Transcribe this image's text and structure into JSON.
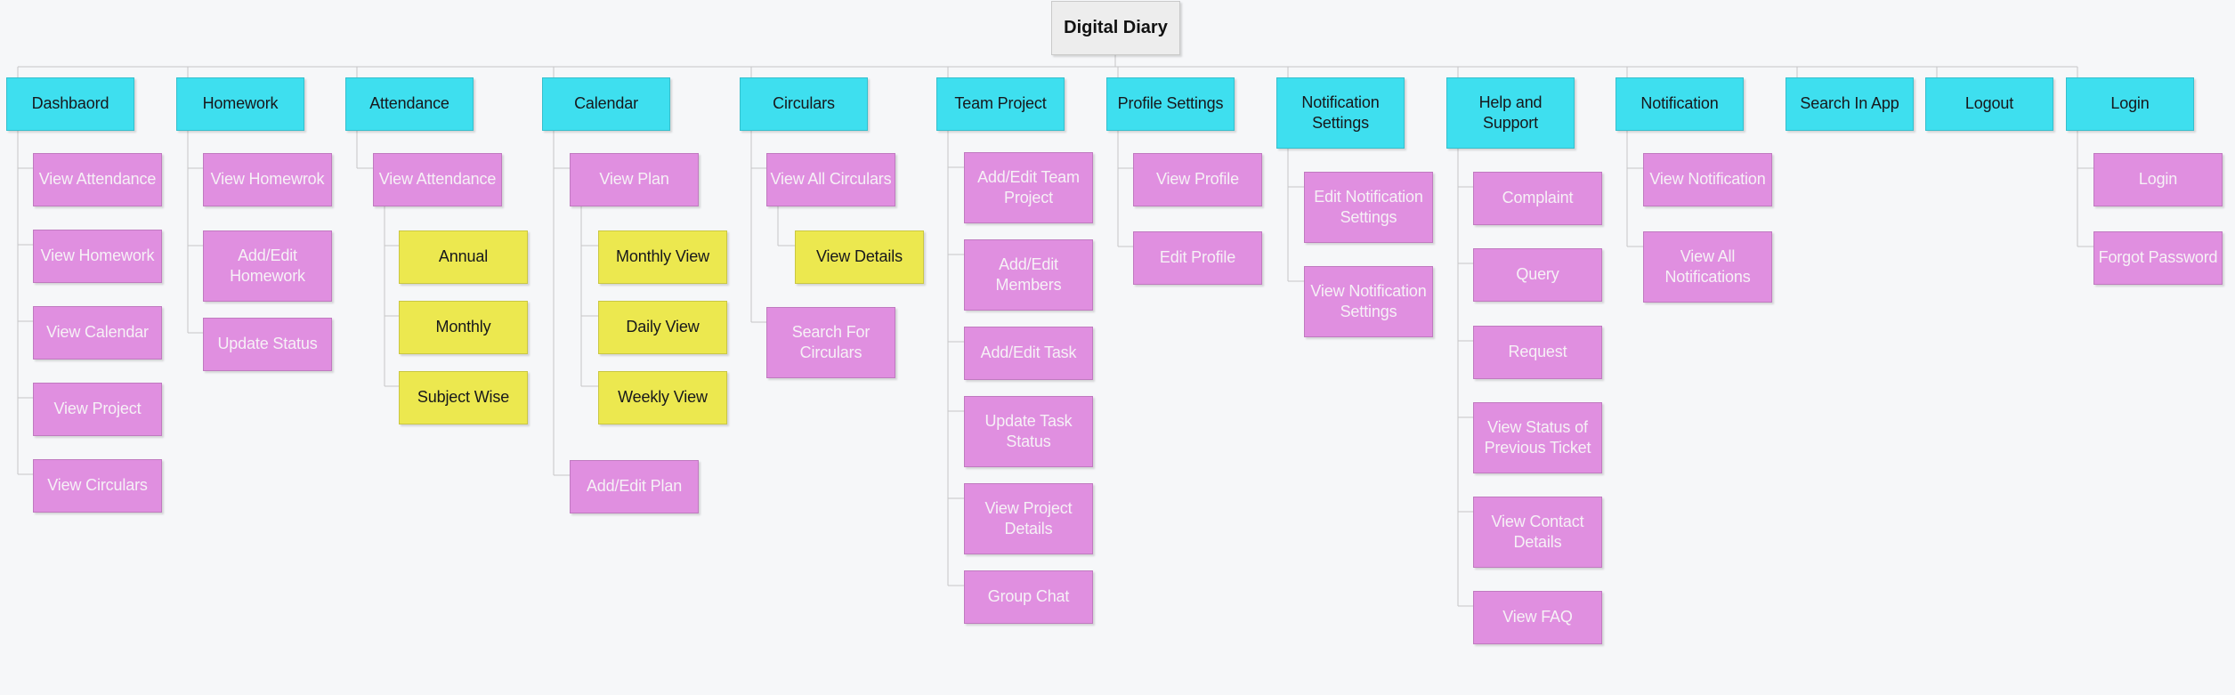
{
  "colors": {
    "background": "#f6f7f9",
    "root_fill": "#ededed",
    "root_border": "#c9c9c9",
    "branch_fill": "#3edfef",
    "child_fill": "#e08fe0",
    "leaf_fill": "#ece84f",
    "connector": "#c6c6c6",
    "dark_text": "#17181c",
    "light_text": "#f6f1f6"
  },
  "root": {
    "label": "Digital Diary"
  },
  "branches": [
    {
      "label": "Dashbaord",
      "children": [
        {
          "label": "View Attendance"
        },
        {
          "label": "View Homework"
        },
        {
          "label": "View Calendar"
        },
        {
          "label": "View Project"
        },
        {
          "label": "View Circulars"
        }
      ]
    },
    {
      "label": "Homework",
      "children": [
        {
          "label": "View Homewrok"
        },
        {
          "label": "Add/Edit\nHomework"
        },
        {
          "label": "Update Status"
        }
      ]
    },
    {
      "label": "Attendance",
      "children": [
        {
          "label": "View Attendance",
          "children": [
            {
              "label": "Annual"
            },
            {
              "label": "Monthly"
            },
            {
              "label": "Subject Wise"
            }
          ]
        }
      ]
    },
    {
      "label": "Calendar",
      "children": [
        {
          "label": "View Plan",
          "children": [
            {
              "label": "Monthly View"
            },
            {
              "label": "Daily View"
            },
            {
              "label": "Weekly View"
            }
          ]
        },
        {
          "label": "Add/Edit Plan"
        }
      ]
    },
    {
      "label": "Circulars",
      "children": [
        {
          "label": "View All Circulars",
          "children": [
            {
              "label": "View Details"
            }
          ]
        },
        {
          "label": "Search For\nCirculars"
        }
      ]
    },
    {
      "label": "Team Project",
      "children": [
        {
          "label": "Add/Edit Team\nProject"
        },
        {
          "label": "Add/Edit\nMembers"
        },
        {
          "label": "Add/Edit Task"
        },
        {
          "label": "Update Task\nStatus"
        },
        {
          "label": "View Project\nDetails"
        },
        {
          "label": "Group Chat"
        }
      ]
    },
    {
      "label": "Profile Settings",
      "children": [
        {
          "label": "View Profile"
        },
        {
          "label": "Edit Profile"
        }
      ]
    },
    {
      "label": "Notification\nSettings",
      "children": [
        {
          "label": "Edit Notification\nSettings"
        },
        {
          "label": "View Notification\nSettings"
        }
      ]
    },
    {
      "label": "Help and\nSupport",
      "children": [
        {
          "label": "Complaint"
        },
        {
          "label": "Query"
        },
        {
          "label": "Request"
        },
        {
          "label": "View Status of\nPrevious Ticket"
        },
        {
          "label": "View Contact\nDetails"
        },
        {
          "label": "View FAQ"
        }
      ]
    },
    {
      "label": "Notification",
      "children": [
        {
          "label": "View Notification"
        },
        {
          "label": "View All\nNotifications"
        }
      ]
    },
    {
      "label": "Search In App"
    },
    {
      "label": "Logout"
    },
    {
      "label": "Login",
      "children": [
        {
          "label": "Login"
        },
        {
          "label": "Forgot Password"
        }
      ]
    }
  ]
}
